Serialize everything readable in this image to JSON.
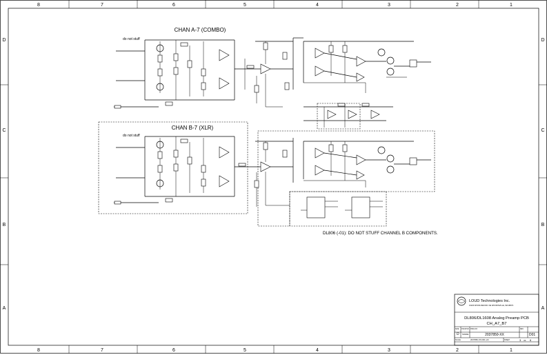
{
  "zones": {
    "columns": [
      "8",
      "7",
      "6",
      "5",
      "4",
      "3",
      "2",
      "1"
    ],
    "rows": [
      "D",
      "C",
      "B",
      "A"
    ]
  },
  "sections": {
    "chan_a_title": "CHAN A-7 (COMBO)",
    "chan_b_title": "CHAN B-7 (XLR)",
    "dns_a": "do not stuff",
    "dns_b": "do not stuff",
    "dl806_note": "DL806 (-01): DO NOT STUFF CHANNEL B COMPONENTS."
  },
  "title_block": {
    "company": "LOUD Technologies Inc.",
    "address": "16220 WOOD-RED RD. NE WOODINVILLE, WA 98072",
    "product": "DL806/DL1608 Analog Preamp PCB",
    "sheet_name": "CH_A7_B7",
    "size_label": "SIZE",
    "size": "D",
    "fscm_label": "FSCM NO",
    "fscm": "SIGNE",
    "dwg_label": "DWG NO",
    "dwg_no": "2037850-XX",
    "rev_label": "REV",
    "rev": "D01",
    "scale_label": "SCALE",
    "file": "2037850-XX-D01.sch",
    "sheet_label": "SHEET",
    "sheet_num": "3",
    "sheet_of": "OF",
    "sheet_total": "6"
  }
}
